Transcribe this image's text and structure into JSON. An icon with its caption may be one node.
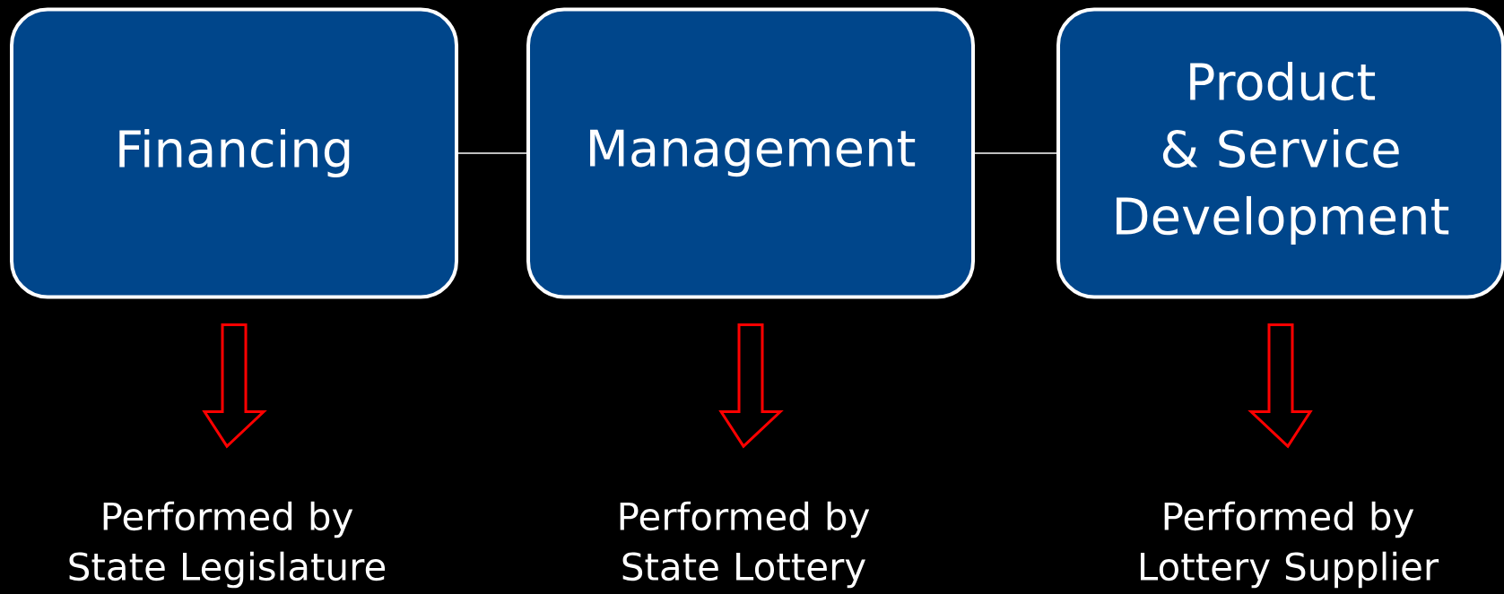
{
  "diagram": {
    "nodes": [
      {
        "text": [
          "Financing"
        ]
      },
      {
        "text": [
          "Management"
        ]
      },
      {
        "text": [
          "Product & Service Development"
        ]
      },
      {
        "text": [
          "Performed by State Legislature"
        ]
      },
      {
        "text": [
          "Performed by State Lottery"
        ]
      },
      {
        "text": [
          "Performed by Lottery Supplier"
        ]
      }
    ],
    "edges": [
      {
        "from": 0,
        "to": 1,
        "arrow": "none"
      },
      {
        "from": 1,
        "to": 2,
        "arrow": "none"
      },
      {
        "from": 0,
        "to": 3,
        "arrow": "to"
      },
      {
        "from": 1,
        "to": 4,
        "arrow": "to"
      },
      {
        "from": 2,
        "to": 5,
        "arrow": "to"
      }
    ]
  }
}
